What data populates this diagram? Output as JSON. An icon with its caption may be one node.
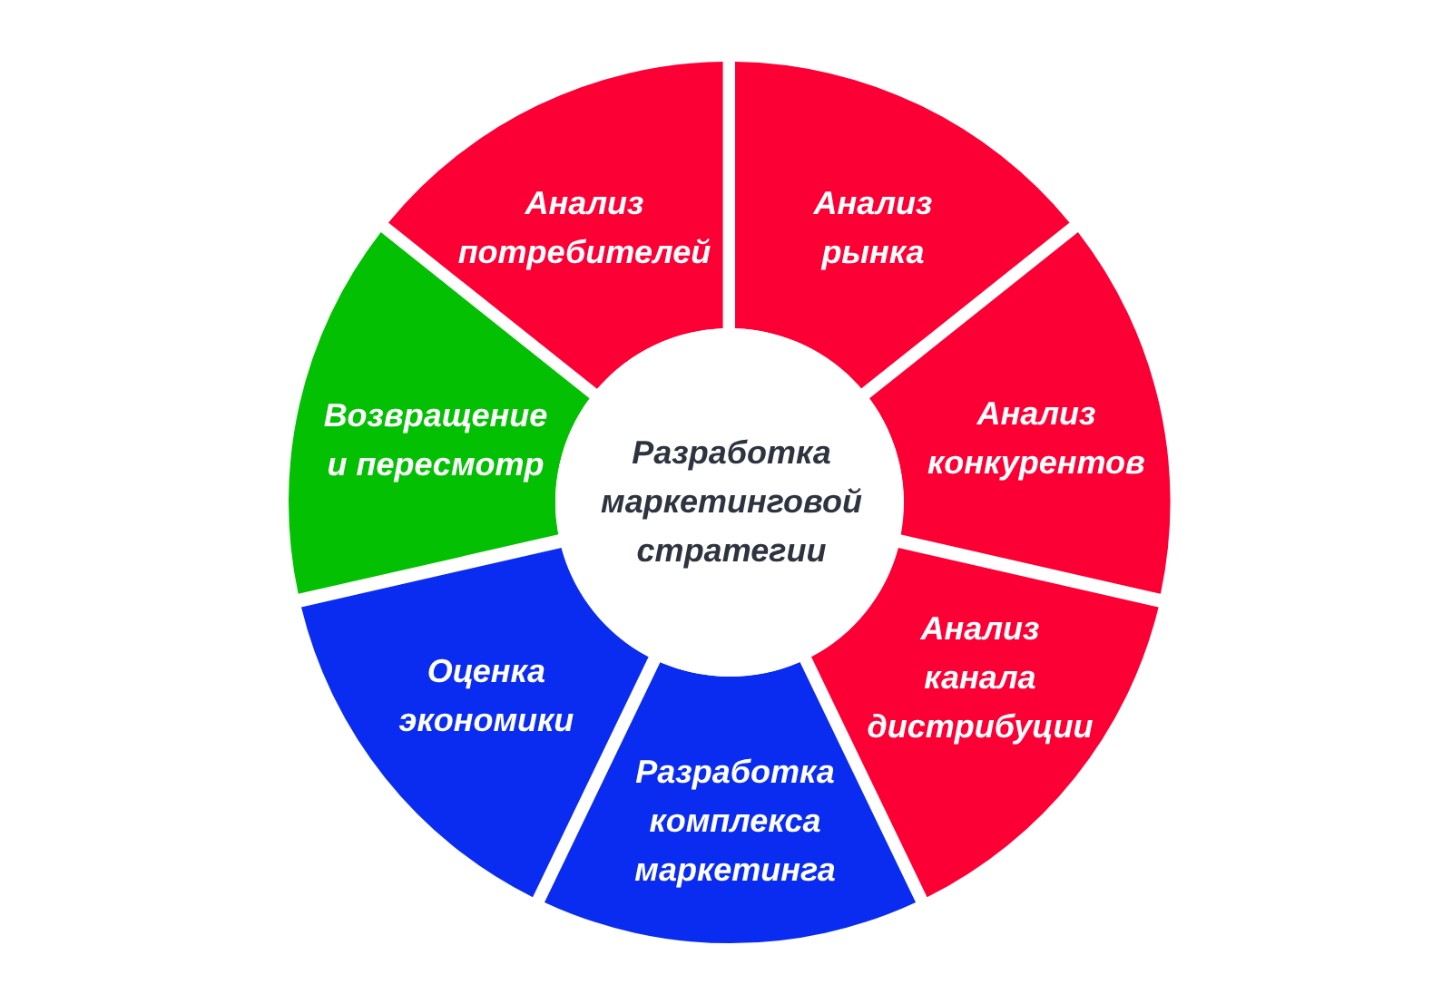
{
  "diagram": {
    "nodes": [
      {
        "text": [
          "Разработка маркетинговой стратегии"
        ]
      },
      {
        "text": [
          "Анализ потребителей"
        ]
      },
      {
        "text": [
          "Анализ рынка"
        ]
      },
      {
        "text": [
          "Анализ конкурентов"
        ]
      },
      {
        "text": [
          "Анализ канала дистрибуции"
        ]
      },
      {
        "text": [
          "Разработка комплекса маркетинга"
        ]
      },
      {
        "text": [
          "Оценка экономики"
        ]
      },
      {
        "text": [
          "Возвращение и пересмотр"
        ]
      }
    ]
  }
}
